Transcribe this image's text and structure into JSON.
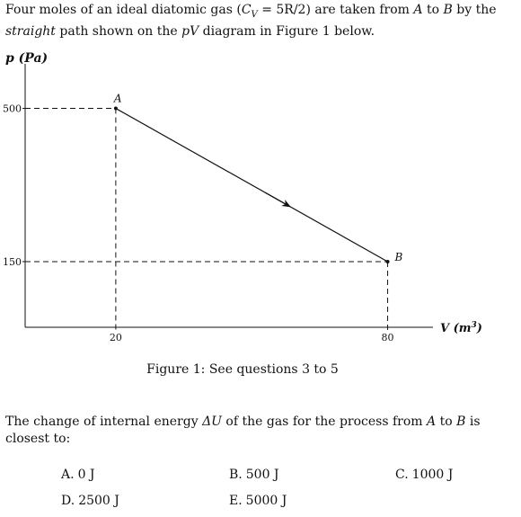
{
  "intro": {
    "part1": "Four moles of an ideal diatomic gas (",
    "cv_symbol": "C",
    "cv_sub": "V",
    "cv_eq": " = 5R/2) are taken from ",
    "point_a": "A",
    "to": " to ",
    "point_b": "B",
    "part2": " by the",
    "straight": "straight",
    "part3": " path shown on the ",
    "pv": "pV",
    "part4": " diagram in Figure 1 below."
  },
  "chart_data": {
    "type": "line",
    "ylabel": "p (Pa)",
    "xlabel": "V (m³)",
    "xlabel_base": "V (m",
    "xlabel_sup": "3",
    "xlabel_end": ")",
    "xlim": [
      0,
      90
    ],
    "ylim": [
      0,
      610
    ],
    "x_ticks": [
      20,
      80
    ],
    "y_ticks": [
      500,
      150
    ],
    "points": [
      {
        "label": "A",
        "x": 20,
        "y": 500
      },
      {
        "label": "B",
        "x": 80,
        "y": 150
      }
    ],
    "direction": "A to B",
    "guides": "dashed",
    "legend": "none",
    "grid": false
  },
  "caption": "Figure 1: See questions 3 to 5",
  "question": {
    "part1": "The change of internal energy ",
    "delta_u": "ΔU",
    "part2": " of the gas for the process from ",
    "point_a": "A",
    "to": " to ",
    "point_b": "B",
    "part3": " is closest to:"
  },
  "choices": [
    {
      "letter": "A.",
      "text": "0 J"
    },
    {
      "letter": "B.",
      "text": "500 J"
    },
    {
      "letter": "C.",
      "text": "1000 J"
    },
    {
      "letter": "D.",
      "text": "2500 J"
    },
    {
      "letter": "E.",
      "text": "5000 J"
    }
  ]
}
